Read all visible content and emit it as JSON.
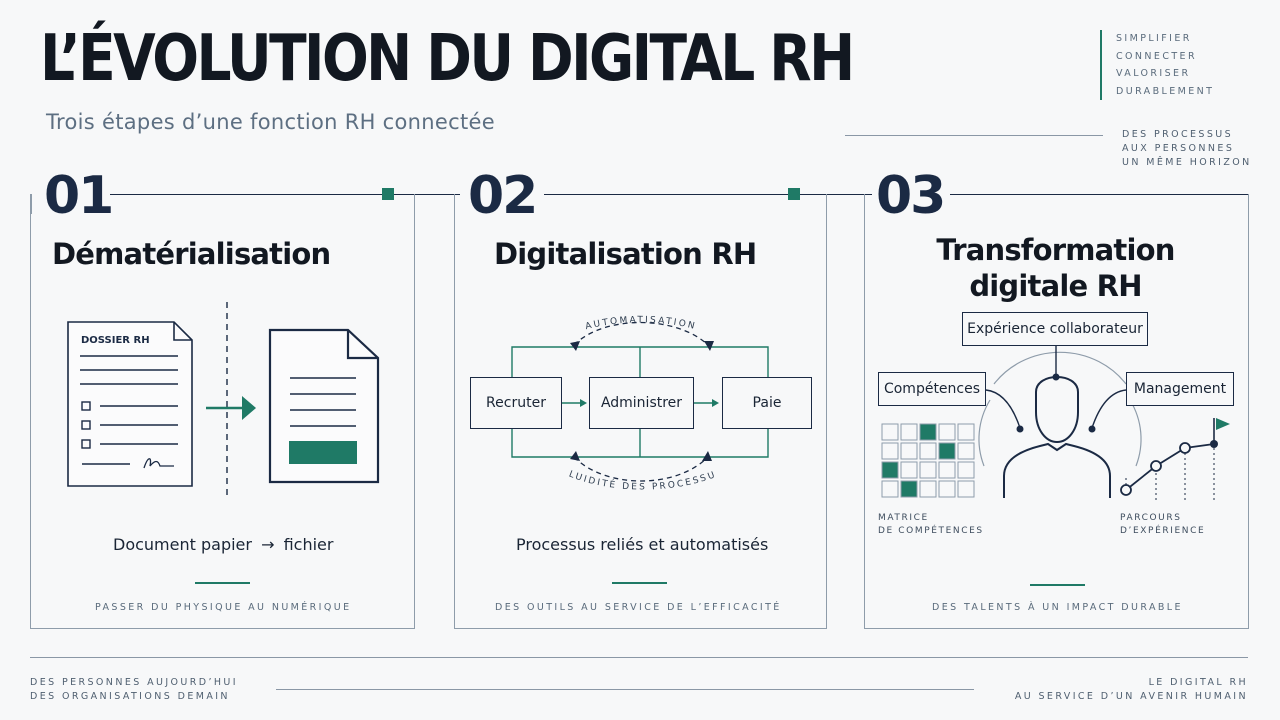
{
  "header": {
    "title": "L’ÉVOLUTION DU DIGITAL RH",
    "subtitle": "Trois étapes d’une fonction RH connectée",
    "tags": [
      "SIMPLIFIER",
      "CONNECTER",
      "VALORISER",
      "DURABLEMENT"
    ],
    "right_note": [
      "DES PROCESSUS",
      "AUX PERSONNES",
      "UN MÊME HORIZON"
    ]
  },
  "steps": [
    {
      "number": "01",
      "title": "Dématérialisation",
      "doc_label": "DOSSIER RH",
      "caption_left": "Document papier",
      "caption_arrow": "→",
      "caption_right": "fichier",
      "footer": "PASSER DU PHYSIQUE AU NUMÉRIQUE"
    },
    {
      "number": "02",
      "title": "Digitalisation RH",
      "arc_top": "AUTOMATISATION",
      "arc_bottom": "FLUIDITÉ DES PROCESSUS",
      "boxes": [
        "Recruter",
        "Administrer",
        "Paie"
      ],
      "caption": "Processus reliés et automatisés",
      "footer": "DES OUTILS AU SERVICE DE L’EFFICACITÉ"
    },
    {
      "number": "03",
      "title_line1": "Transformation",
      "title_line2": "digitale RH",
      "top_box": "Expérience collaborateur",
      "left_box": "Compétences",
      "right_box": "Management",
      "matrix_label": [
        "MATRICE",
        "DE COMPÉTENCES"
      ],
      "path_label": [
        "PARCOURS",
        "D’EXPÉRIENCE"
      ],
      "footer": "DES TALENTS À UN IMPACT DURABLE"
    }
  ],
  "footer": {
    "left": [
      "DES PERSONNES AUJOURD’HUI",
      "DES ORGANISATIONS DEMAIN"
    ],
    "right": [
      "LE DIGITAL RH",
      "AU SERVICE D’UN AVENIR HUMAIN"
    ]
  },
  "colors": {
    "accent": "#1f7a66",
    "navy": "#1b2a44",
    "background": "#f7f8f9",
    "line": "#8e9caa"
  }
}
